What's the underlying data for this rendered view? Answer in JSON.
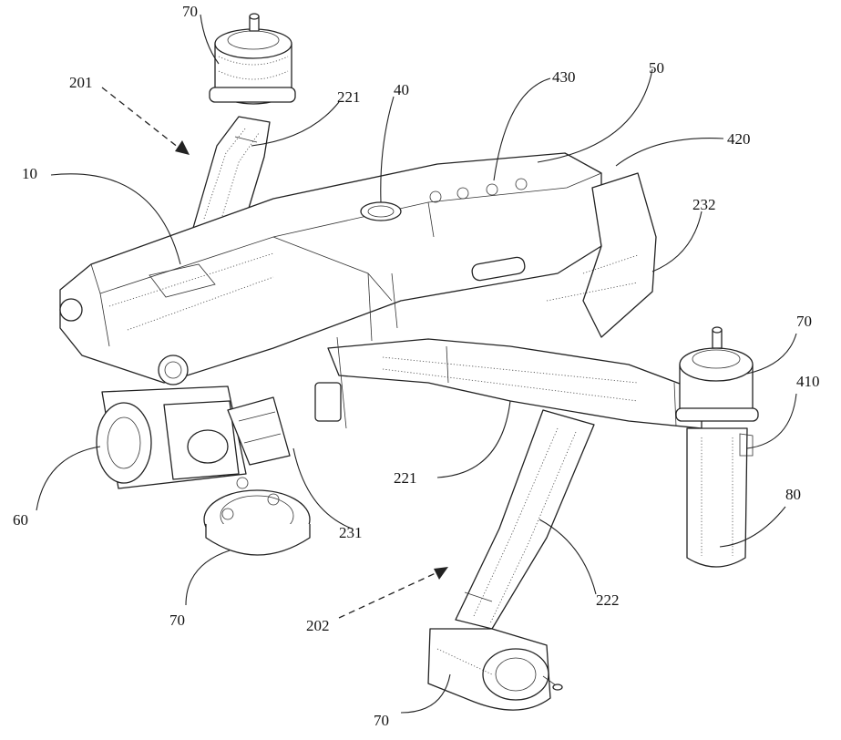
{
  "figure": {
    "labels": [
      {
        "id": "ref-70-top",
        "text": "70"
      },
      {
        "id": "ref-201",
        "text": "201"
      },
      {
        "id": "ref-221-top",
        "text": "221"
      },
      {
        "id": "ref-40",
        "text": "40"
      },
      {
        "id": "ref-430",
        "text": "430"
      },
      {
        "id": "ref-50",
        "text": "50"
      },
      {
        "id": "ref-420",
        "text": "420"
      },
      {
        "id": "ref-10",
        "text": "10"
      },
      {
        "id": "ref-232",
        "text": "232"
      },
      {
        "id": "ref-70-right",
        "text": "70"
      },
      {
        "id": "ref-410",
        "text": "410"
      },
      {
        "id": "ref-60",
        "text": "60"
      },
      {
        "id": "ref-221-bottom",
        "text": "221"
      },
      {
        "id": "ref-80",
        "text": "80"
      },
      {
        "id": "ref-231",
        "text": "231"
      },
      {
        "id": "ref-222",
        "text": "222"
      },
      {
        "id": "ref-70-lower-left",
        "text": "70"
      },
      {
        "id": "ref-202",
        "text": "202"
      },
      {
        "id": "ref-70-bottom",
        "text": "70"
      }
    ]
  }
}
